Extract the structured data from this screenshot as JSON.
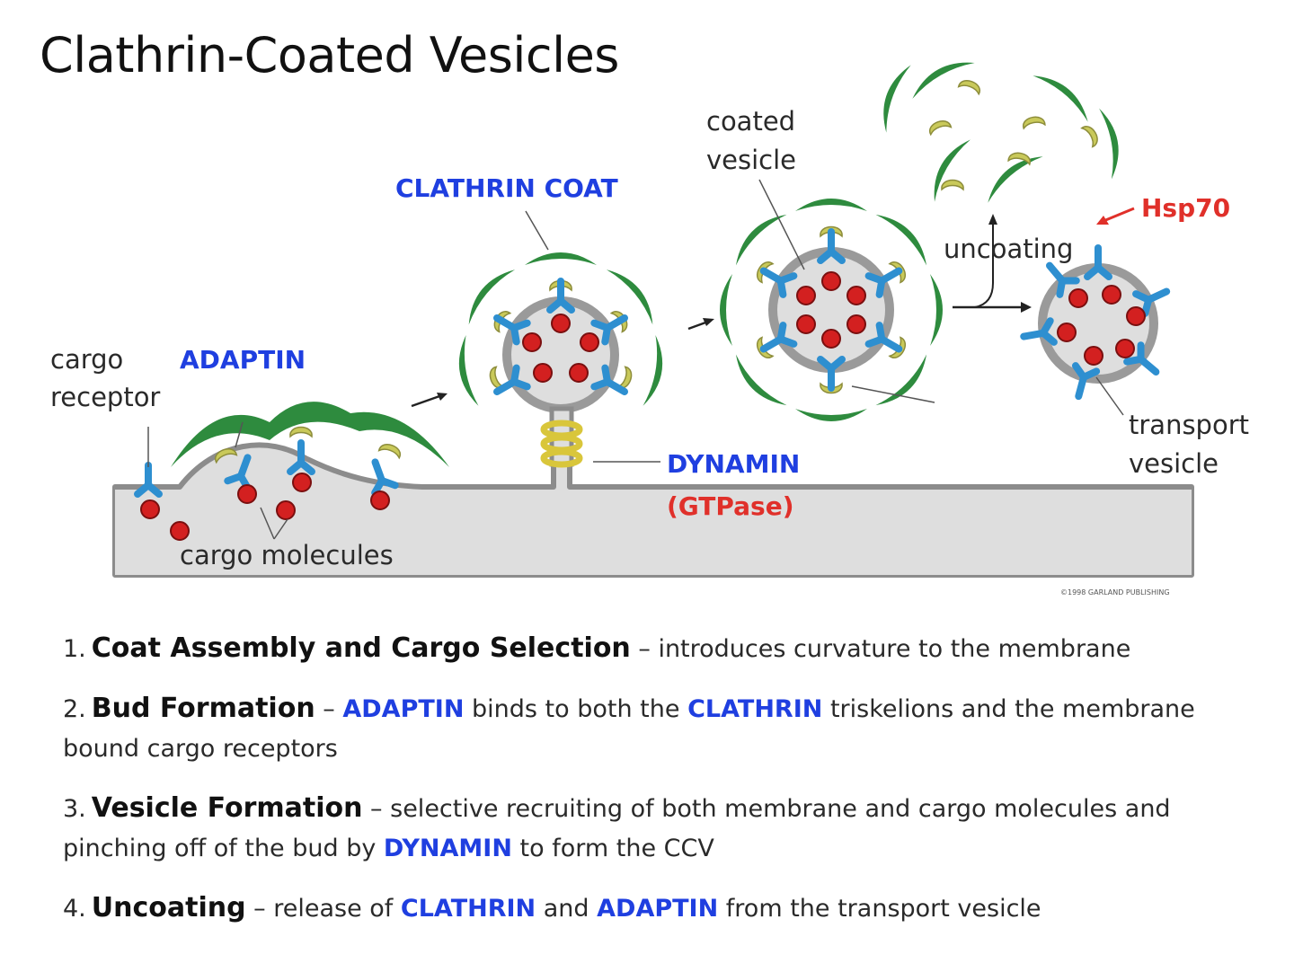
{
  "title": "Clathrin-Coated Vesicles",
  "diagram": {
    "labels": {
      "cargo_receptor_1": "cargo",
      "cargo_receptor_2": "receptor",
      "adaptin": "ADAPTIN",
      "cargo_molecules": "cargo molecules",
      "clathrin_coat": "CLATHRIN COAT",
      "dynamin": "DYNAMIN",
      "gtpase": "(GTPase)",
      "coated_vesicle_1": "coated",
      "coated_vesicle_2": "vesicle",
      "uncoating": "uncoating",
      "hsp70": "Hsp70",
      "transport_vesicle_1": "transport",
      "transport_vesicle_2": "vesicle",
      "copyright": "©1998 GARLAND PUBLISHING"
    },
    "colors": {
      "clathrin": "#2e8b3e",
      "adaptin": "#c9c95a",
      "receptor": "#2e8fd0",
      "cargo": "#d32020",
      "membrane": "#8c8c8c",
      "cytosol": "#dedede",
      "blue_label": "#1f3fe0",
      "red_label": "#e0302a"
    }
  },
  "steps": [
    {
      "num": "1.",
      "head": "Coat Assembly and Cargo Selection",
      "parts": [
        " – introduces curvature to the membrane"
      ]
    },
    {
      "num": "2.",
      "head": "Bud Formation",
      "parts": [
        " – ",
        {
          "kw": "ADAPTIN"
        },
        " binds to both the ",
        {
          "kw": "CLATHRIN"
        },
        " triskelions and the membrane bound cargo receptors"
      ]
    },
    {
      "num": "3.",
      "head": "Vesicle Formation",
      "parts": [
        " – selective recruiting of both membrane and cargo molecules and pinching off of the bud by ",
        {
          "kw": "DYNAMIN"
        },
        " to form the CCV"
      ]
    },
    {
      "num": "4.",
      "head": "Uncoating",
      "parts": [
        " – release of ",
        {
          "kw": "CLATHRIN"
        },
        " and ",
        {
          "kw": "ADAPTIN"
        },
        " from the transport vesicle"
      ]
    }
  ]
}
